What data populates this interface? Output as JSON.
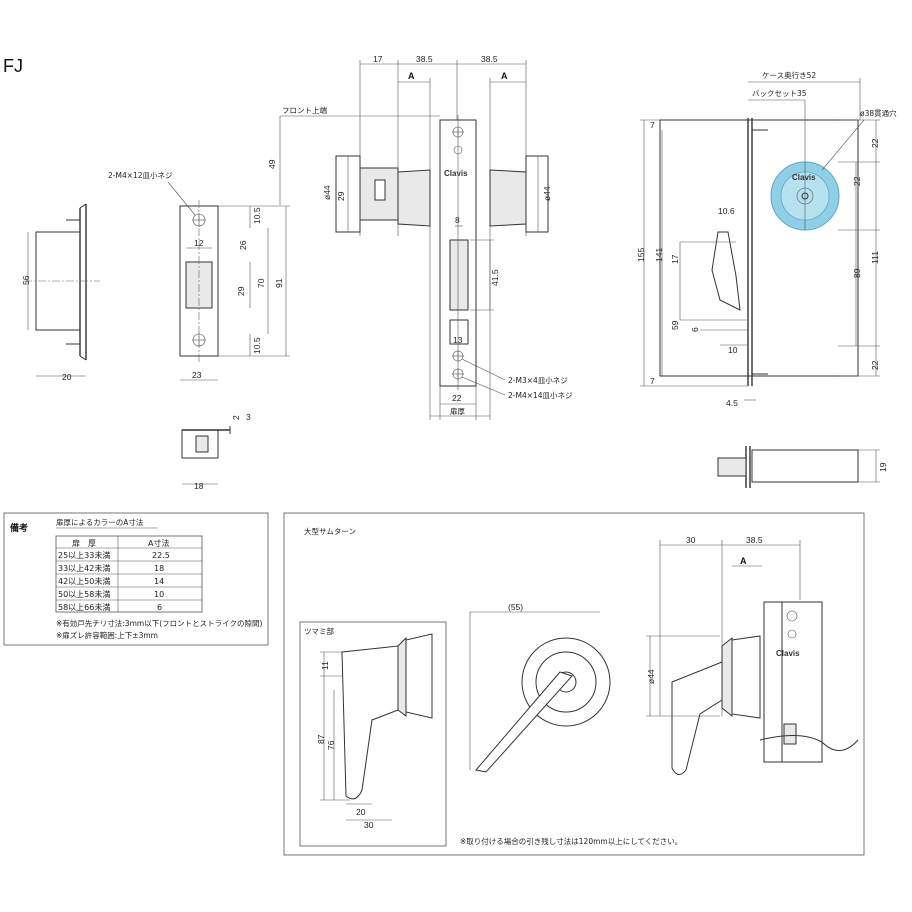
{
  "model": "FJ",
  "brand_logo": "Clavis",
  "dims": {
    "d17": "17",
    "d38_5a": "38.5",
    "d38_5b": "38.5",
    "A1": "A",
    "A2": "A",
    "front_top": "フロント上端",
    "d49": "49",
    "screw_m4x12": "2-M4×12皿小ネジ",
    "d44_l": "ø44",
    "d29a": "29",
    "d44_r": "ø44",
    "d8": "8",
    "d41_5": "41.5",
    "d13": "13",
    "screw_m3x4": "2-M3×4皿小ネジ",
    "screw_m4x14": "2-M4×14皿小ネジ",
    "d22_bot": "22",
    "door_thickness": "扉厚",
    "d56": "56",
    "d20": "20",
    "d10_5a": "10.5",
    "d12": "12",
    "d26": "26",
    "d29b": "29",
    "d70": "70",
    "d91": "91",
    "d10_5b": "10.5",
    "d23": "23",
    "d2": "2",
    "d3": "3",
    "d18": "18",
    "case_depth": "ケース奥行き52",
    "backset": "バックセット35",
    "hole": "ø38貫通穴",
    "d7a": "7",
    "d22a": "22",
    "d22b": "22",
    "d10_6": "10.6",
    "d155": "155",
    "d141": "141",
    "d17b": "17",
    "d89": "89",
    "d111": "111",
    "d59": "59",
    "d6": "6",
    "d10": "10",
    "d22c": "22",
    "d7b": "7",
    "d4_5": "4.5",
    "d19": "19"
  },
  "notes": {
    "title": "備考",
    "table_caption": "扉厚によるカラーのA寸法",
    "col1": "扉　厚",
    "col2": "A寸法",
    "rows": [
      {
        "range": "25以上33未満",
        "a": "22.5"
      },
      {
        "range": "33以上42未満",
        "a": "18"
      },
      {
        "range": "42以上50未満",
        "a": "14"
      },
      {
        "range": "50以上58未満",
        "a": "10"
      },
      {
        "range": "58以上66未満",
        "a": "6"
      }
    ],
    "note1": "※有効戸先チリ寸法:3mm以下(フロントとストライクの隙間)",
    "note2": "※扉ズレ許容範囲:上下±3mm"
  },
  "thumbturn": {
    "title": "大型サムターン",
    "knob_section": "ツマミ部",
    "d11": "11",
    "d87": "87",
    "d76": "76",
    "d20": "20",
    "d30": "30",
    "d55": "(55)",
    "d30b": "30",
    "d38_5": "38.5",
    "A": "A",
    "d44": "ø44",
    "note": "※取り付ける場合の引き残し寸法は120mm以上にしてください。"
  }
}
